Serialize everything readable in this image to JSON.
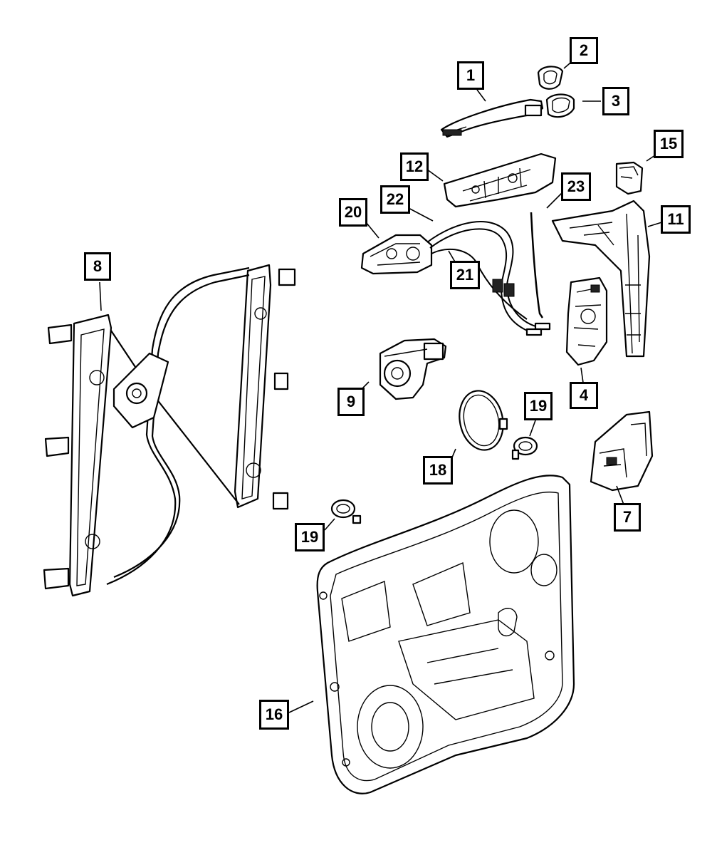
{
  "diagram": {
    "callouts": [
      {
        "id": "c1",
        "label": "1"
      },
      {
        "id": "c2",
        "label": "2"
      },
      {
        "id": "c3",
        "label": "3"
      },
      {
        "id": "c4",
        "label": "4"
      },
      {
        "id": "c7",
        "label": "7"
      },
      {
        "id": "c8",
        "label": "8"
      },
      {
        "id": "c9",
        "label": "9"
      },
      {
        "id": "c11",
        "label": "11"
      },
      {
        "id": "c12",
        "label": "12"
      },
      {
        "id": "c15",
        "label": "15"
      },
      {
        "id": "c16",
        "label": "16"
      },
      {
        "id": "c18",
        "label": "18"
      },
      {
        "id": "c19a",
        "label": "19"
      },
      {
        "id": "c19b",
        "label": "19"
      },
      {
        "id": "c20",
        "label": "20"
      },
      {
        "id": "c21",
        "label": "21"
      },
      {
        "id": "c22",
        "label": "22"
      },
      {
        "id": "c23",
        "label": "23"
      }
    ]
  }
}
